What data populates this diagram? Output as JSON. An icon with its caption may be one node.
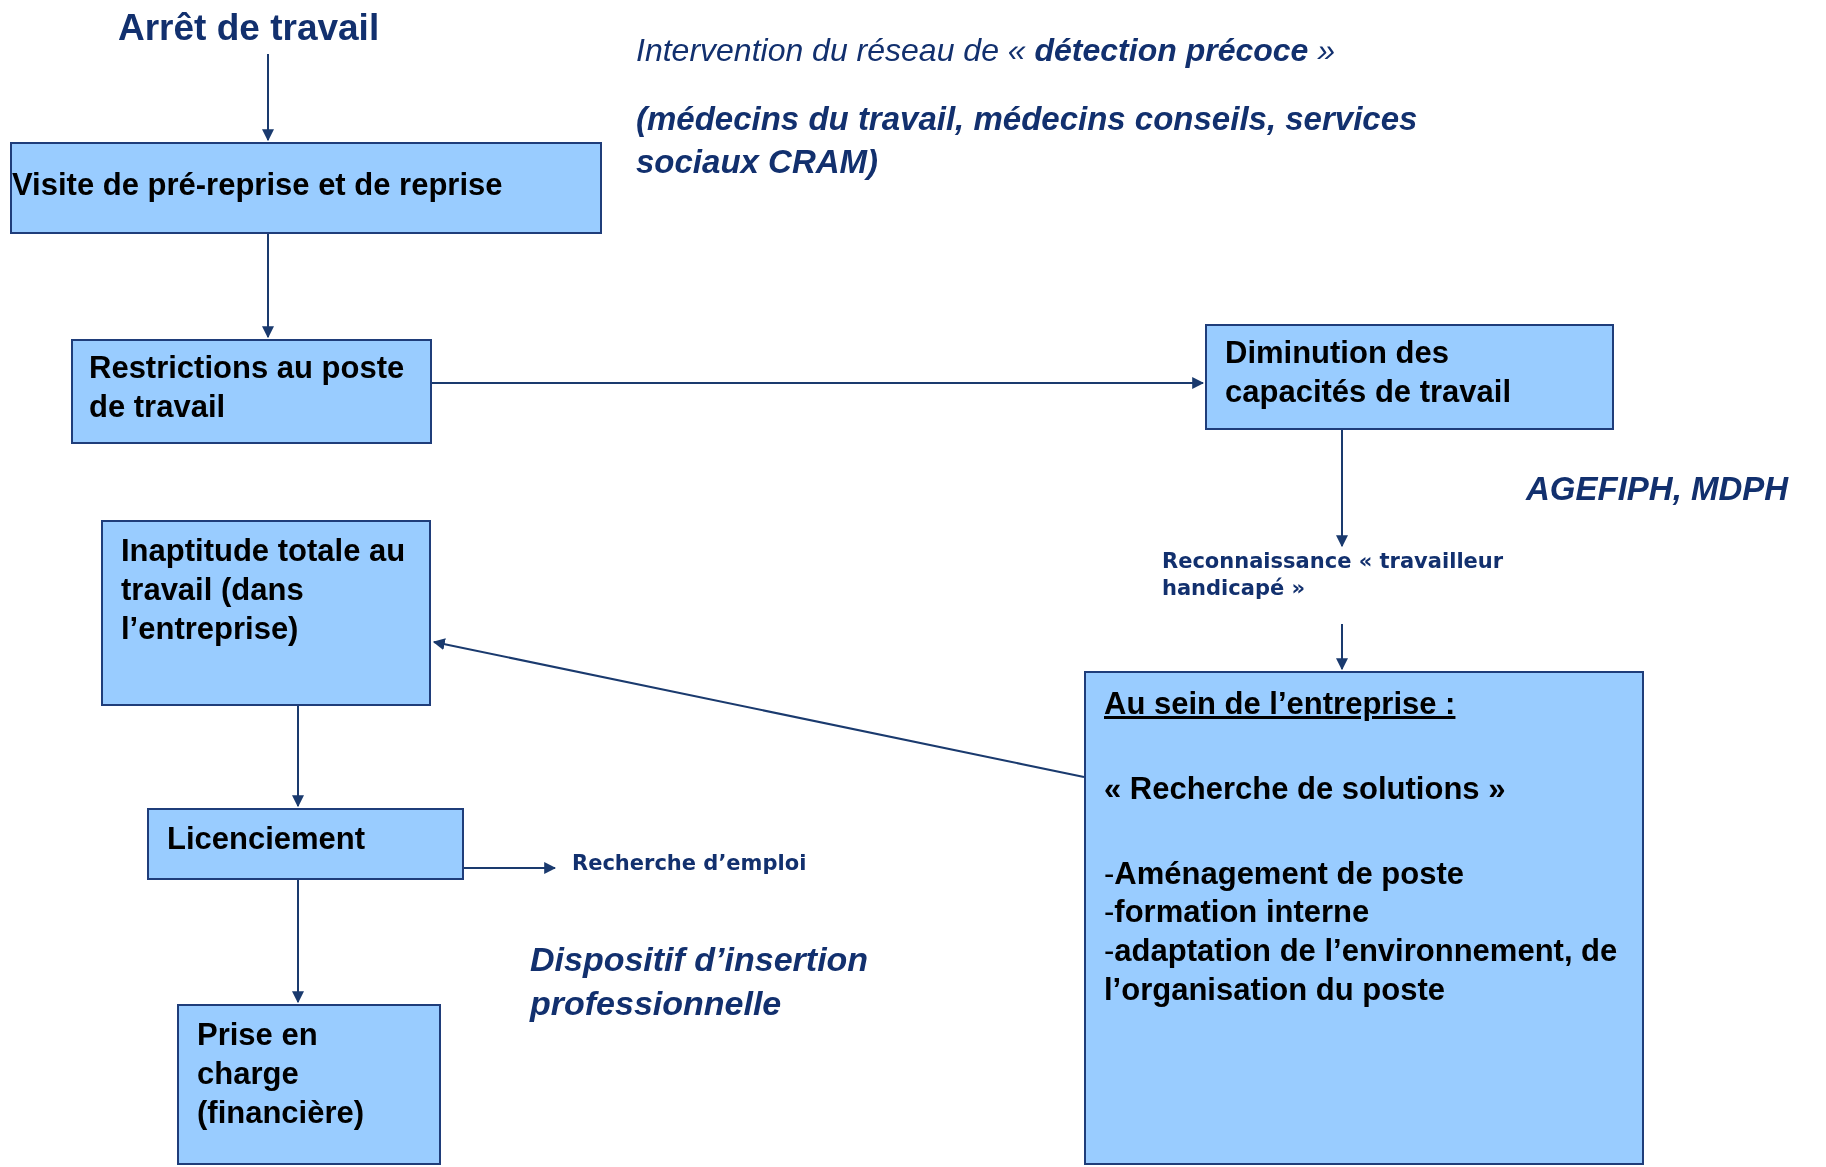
{
  "diagram": {
    "nodes": [
      {
        "text": [
          "Arrêt de travail"
        ]
      },
      {
        "text": [
          "Visite de pré-reprise et de reprise"
        ]
      },
      {
        "text": [
          "Restrictions au poste de travail"
        ]
      },
      {
        "text": [
          "Diminution des capacités de travail"
        ]
      },
      {
        "text": [
          "Reconnaissance « travailleur handicapé »"
        ]
      },
      {
        "text": [
          "Inaptitude totale au travail (dans l’entreprise)"
        ]
      },
      {
        "text": [
          "Au sein de l’entreprise :",
          "« Recherche de solutions »",
          "-**Aménagement de poste**",
          "-**formation interne**",
          "-**adaptation de l’environnement, de l’organisation du poste**"
        ]
      },
      {
        "text": [
          "Licenciement"
        ]
      },
      {
        "text": [
          "Recherche d’emploi"
        ]
      },
      {
        "text": [
          "Prise en charge (financière)"
        ]
      }
    ],
    "edges": [
      {
        "from": 0,
        "to": 1,
        "arrow": "to"
      },
      {
        "from": 1,
        "to": 2,
        "arrow": "to"
      },
      {
        "from": 2,
        "to": 3,
        "arrow": "to"
      },
      {
        "from": 3,
        "to": 4,
        "arrow": "to"
      },
      {
        "from": 4,
        "to": 6,
        "arrow": "to"
      },
      {
        "from": 6,
        "to": 5,
        "arrow": "to"
      },
      {
        "from": 5,
        "to": 7,
        "arrow": "to"
      },
      {
        "from": 7,
        "to": 8,
        "arrow": "to"
      },
      {
        "from": 7,
        "to": 9,
        "arrow": "to"
      }
    ],
    "labels": [
      "Intervention du réseau de « **détection précoce** »",
      "(médecins du travail, médecins conseils, services sociaux CRAM)",
      "AGEFIPH, MDPH",
      "Dispositif d’insertion professionnelle"
    ]
  }
}
